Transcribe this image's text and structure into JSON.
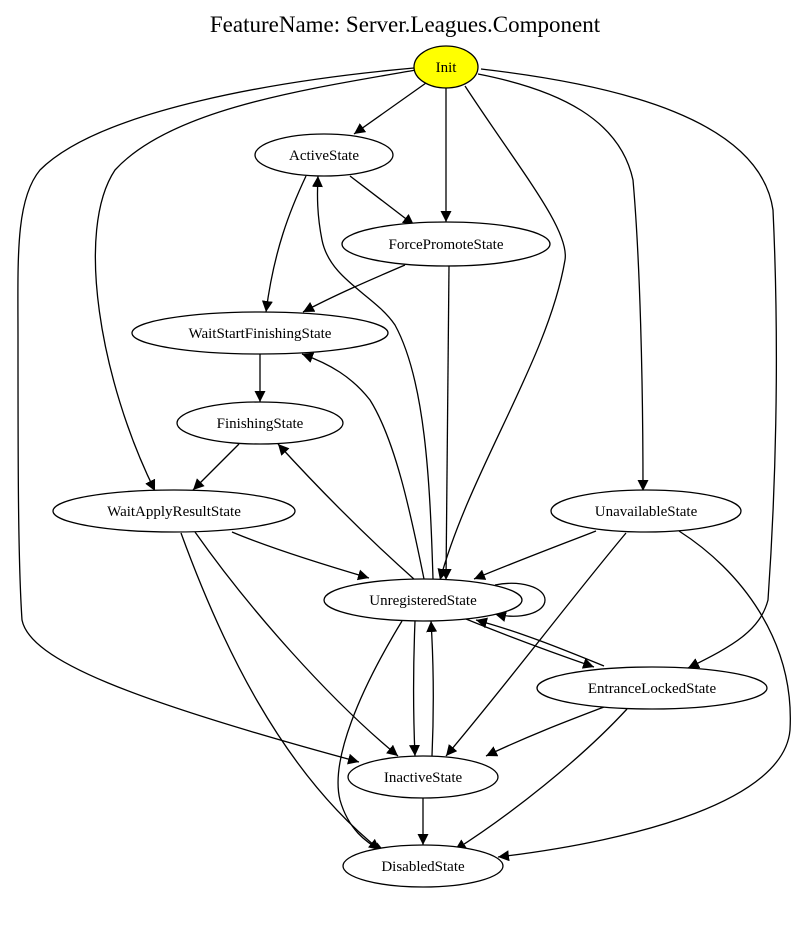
{
  "title": "FeatureName: Server.Leagues.Component",
  "colors": {
    "init_fill": "#ffff00",
    "node_fill": "#ffffff",
    "stroke": "#000000"
  },
  "nodes": [
    {
      "id": "init",
      "label": "Init",
      "highlight": true
    },
    {
      "id": "active",
      "label": "ActiveState"
    },
    {
      "id": "forcepromote",
      "label": "ForcePromoteState"
    },
    {
      "id": "waitstartfinishing",
      "label": "WaitStartFinishingState"
    },
    {
      "id": "finishing",
      "label": "FinishingState"
    },
    {
      "id": "waitapplyresult",
      "label": "WaitApplyResultState"
    },
    {
      "id": "unavailable",
      "label": "UnavailableState"
    },
    {
      "id": "unregistered",
      "label": "UnregisteredState"
    },
    {
      "id": "entrancelocked",
      "label": "EntranceLockedState"
    },
    {
      "id": "inactive",
      "label": "InactiveState"
    },
    {
      "id": "disabled",
      "label": "DisabledState"
    }
  ],
  "edges": [
    {
      "from": "init",
      "to": "active"
    },
    {
      "from": "init",
      "to": "forcepromote"
    },
    {
      "from": "init",
      "to": "unregistered"
    },
    {
      "from": "init",
      "to": "waitapplyresult"
    },
    {
      "from": "init",
      "to": "unavailable"
    },
    {
      "from": "init",
      "to": "inactive"
    },
    {
      "from": "init",
      "to": "entrancelocked"
    },
    {
      "from": "active",
      "to": "forcepromote"
    },
    {
      "from": "active",
      "to": "waitstartfinishing"
    },
    {
      "from": "forcepromote",
      "to": "waitstartfinishing"
    },
    {
      "from": "forcepromote",
      "to": "unregistered"
    },
    {
      "from": "waitstartfinishing",
      "to": "finishing"
    },
    {
      "from": "finishing",
      "to": "waitapplyresult"
    },
    {
      "from": "waitapplyresult",
      "to": "unregistered"
    },
    {
      "from": "waitapplyresult",
      "to": "inactive"
    },
    {
      "from": "waitapplyresult",
      "to": "disabled"
    },
    {
      "from": "unavailable",
      "to": "unregistered"
    },
    {
      "from": "unavailable",
      "to": "inactive"
    },
    {
      "from": "unavailable",
      "to": "disabled"
    },
    {
      "from": "unregistered",
      "to": "unregistered"
    },
    {
      "from": "unregistered",
      "to": "active"
    },
    {
      "from": "unregistered",
      "to": "waitstartfinishing"
    },
    {
      "from": "unregistered",
      "to": "finishing"
    },
    {
      "from": "unregistered",
      "to": "inactive"
    },
    {
      "from": "unregistered",
      "to": "disabled"
    },
    {
      "from": "unregistered",
      "to": "entrancelocked"
    },
    {
      "from": "entrancelocked",
      "to": "unregistered"
    },
    {
      "from": "entrancelocked",
      "to": "inactive"
    },
    {
      "from": "entrancelocked",
      "to": "disabled"
    },
    {
      "from": "inactive",
      "to": "unregistered"
    },
    {
      "from": "inactive",
      "to": "disabled"
    }
  ]
}
